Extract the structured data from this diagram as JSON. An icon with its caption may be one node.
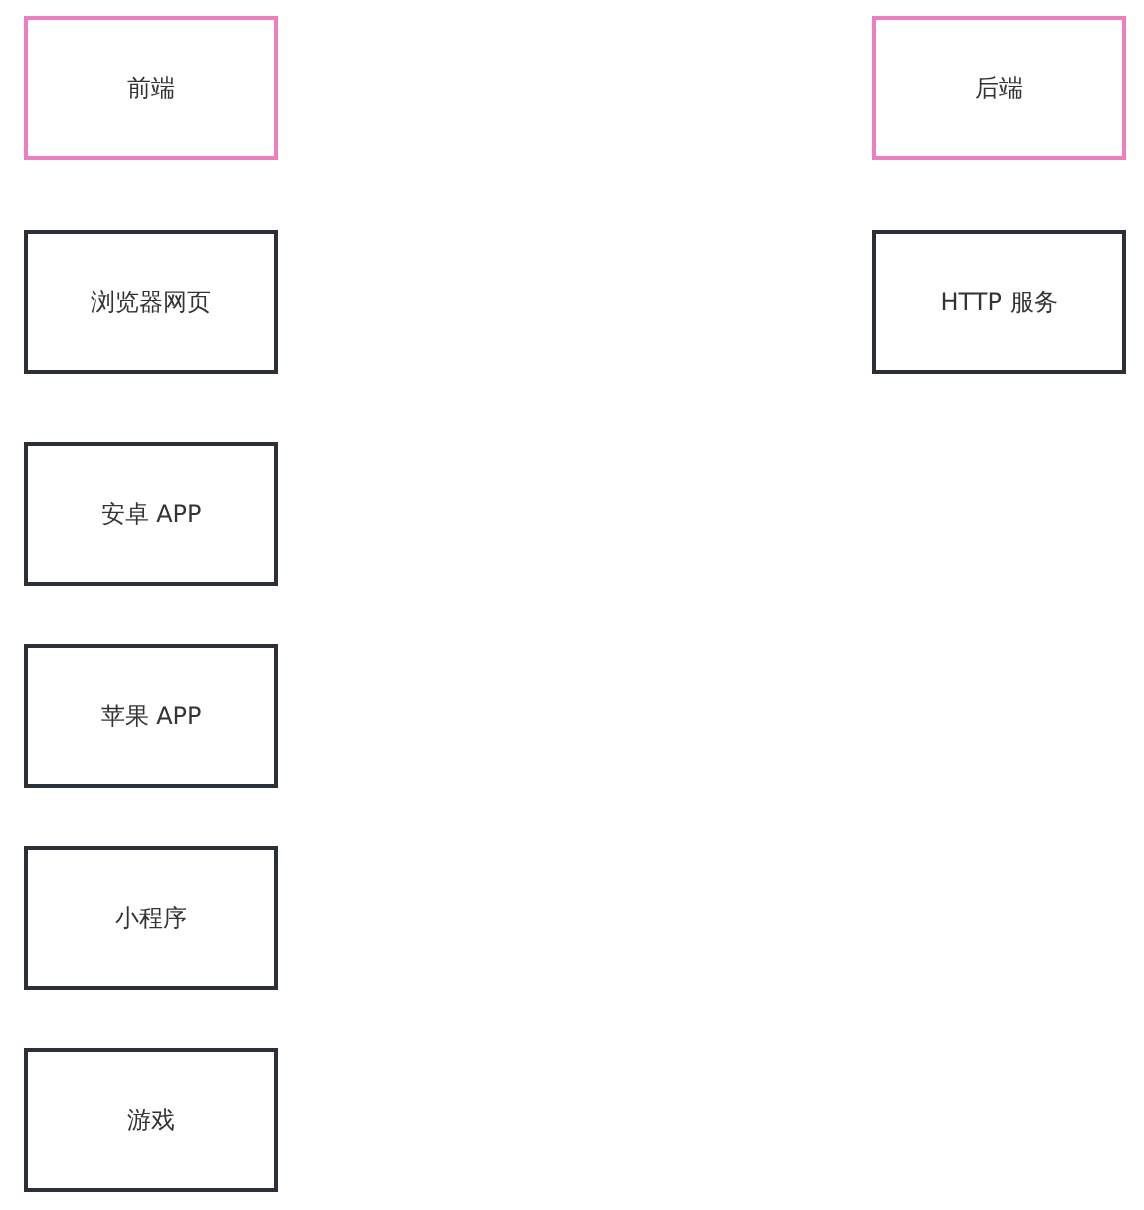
{
  "diagram": {
    "nodes": [
      {
        "text": [
          "前端"
        ]
      },
      {
        "text": [
          "后端"
        ]
      },
      {
        "text": [
          "浏览器网页"
        ]
      },
      {
        "text": [
          "HTTP 服务"
        ]
      },
      {
        "text": [
          "安卓 APP"
        ]
      },
      {
        "text": [
          "苹果 APP"
        ]
      },
      {
        "text": [
          "小程序"
        ]
      },
      {
        "text": [
          "游戏"
        ]
      }
    ]
  }
}
